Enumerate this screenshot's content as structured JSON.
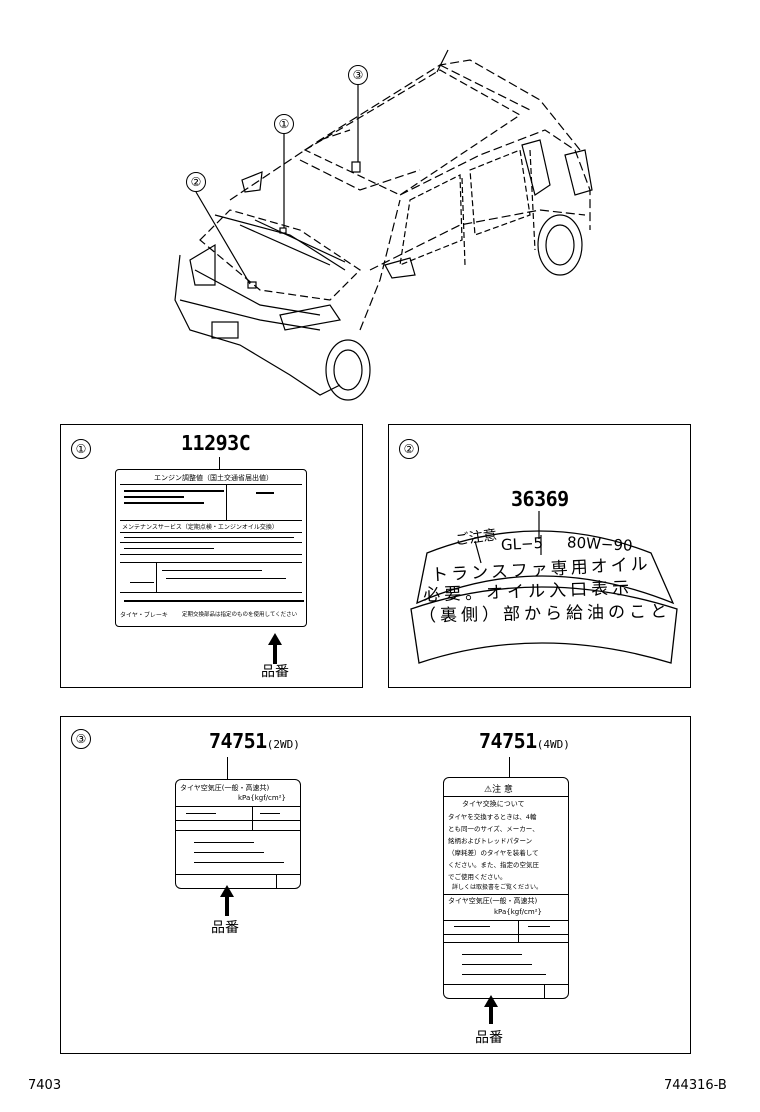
{
  "vehicle": {
    "callouts": [
      "①",
      "②",
      "③"
    ]
  },
  "panel1": {
    "index": "①",
    "part_number": "11293C",
    "label_title": "エンジン調整値（国土交通省届出値）",
    "label_section": "メンテナンスサービス（定期点検・エンジンオイル交換）",
    "label_footer_left": "タイヤ・ブレーキ",
    "label_footer_right": "定期交換部品は指定のものを使用してください",
    "part_no_caption": "品番"
  },
  "panel2": {
    "index": "②",
    "part_number": "36369",
    "line1_a": "ご注意",
    "line1_b": "GL−5",
    "line1_c": "80W−90",
    "line2": "トランスファ専用オイル",
    "line3": "必要。オイル入口表示",
    "line4": "（裏側）部から給油のこと"
  },
  "panel3": {
    "index": "③",
    "left": {
      "part_number": "74751",
      "variant": "(2WD)",
      "label_title": "タイヤ空気圧(一般・高速共)",
      "label_unit": "kPa{kgf/cm²}",
      "part_no_caption": "品番"
    },
    "right": {
      "part_number": "74751",
      "variant": "(4WD)",
      "warning": "⚠注 意",
      "warn_lines": [
        "タイヤ交換について",
        "タイヤを交換するときは、4輪",
        "とも同一のサイズ、メーカー、",
        "銘柄およびトレッドパターン",
        "（摩耗差）のタイヤを装着して",
        "ください。また、指定の空気圧",
        "でご使用ください。",
        "詳しくは取扱書をご覧ください。"
      ],
      "label_title": "タイヤ空気圧(一般・高速共)",
      "label_unit": "kPa{kgf/cm²}",
      "part_no_caption": "品番"
    }
  },
  "footer": {
    "left_code": "7403",
    "right_code": "744316-B"
  }
}
